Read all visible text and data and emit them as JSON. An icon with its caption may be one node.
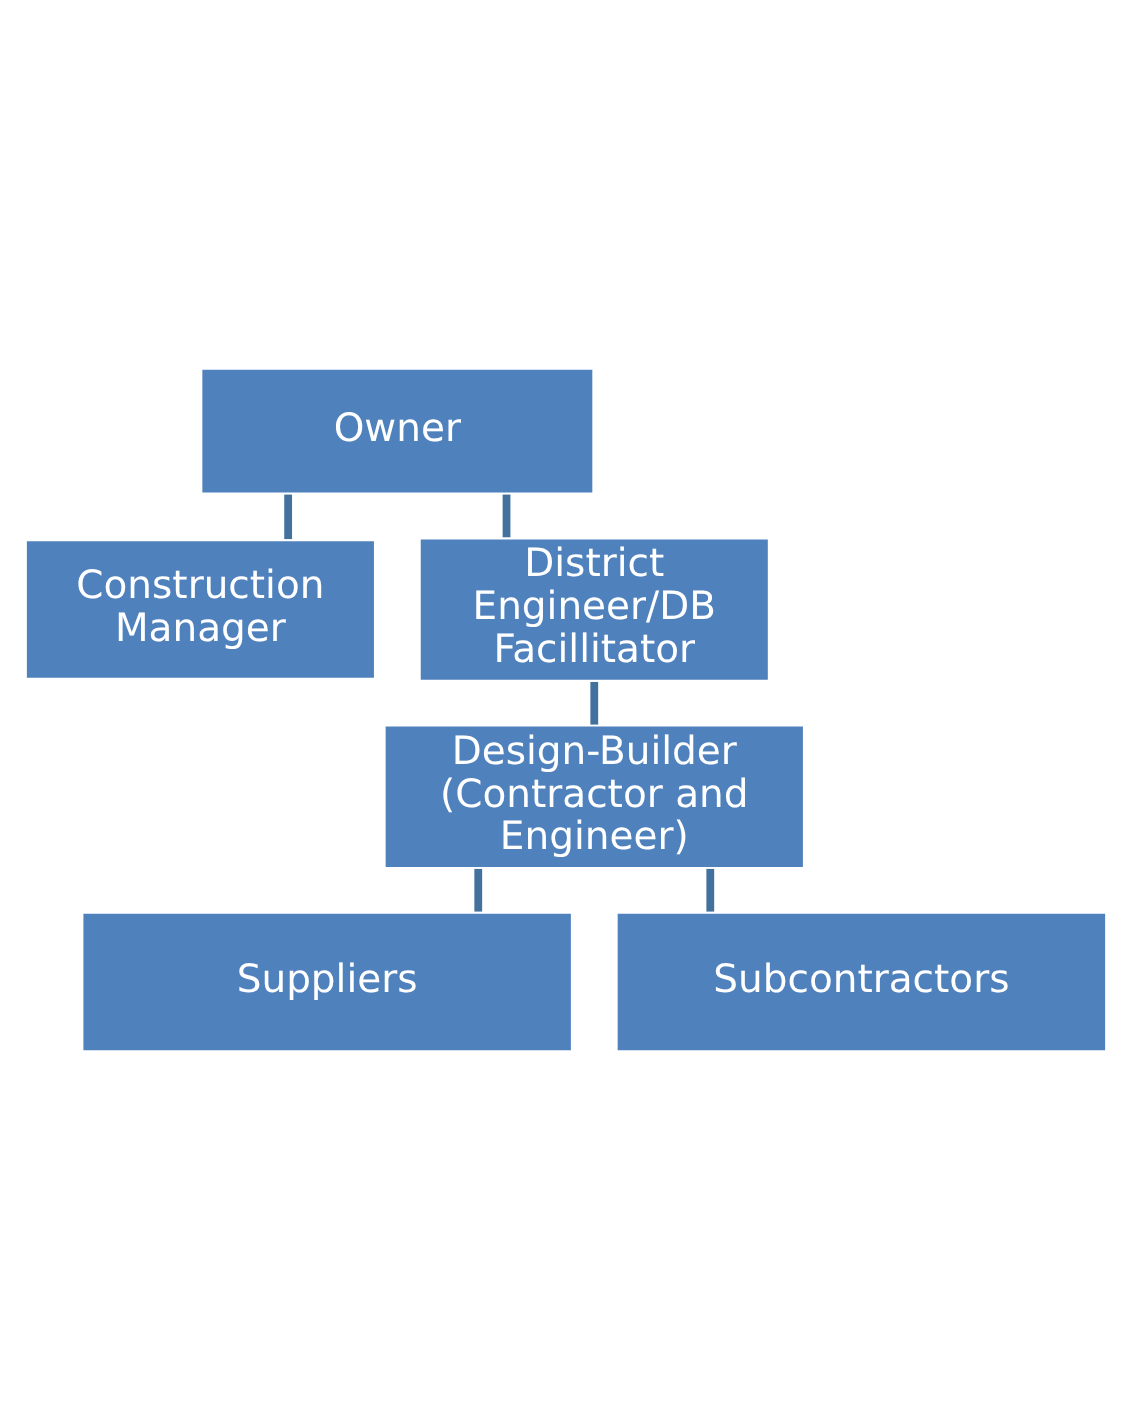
{
  "diagram": {
    "nodes": [
      {
        "text": [
          "Owner"
        ]
      },
      {
        "text": [
          "Construction Manager"
        ]
      },
      {
        "text": [
          "District Engineer/DB Facillitator"
        ]
      },
      {
        "text": [
          "Design-Builder (Contractor and Engineer)"
        ]
      },
      {
        "text": [
          "Suppliers"
        ]
      },
      {
        "text": [
          "Subcontractors"
        ]
      }
    ],
    "edges": [
      {
        "from": 0,
        "to": 1,
        "arrow": "none"
      },
      {
        "from": 0,
        "to": 2,
        "arrow": "none"
      },
      {
        "from": 2,
        "to": 3,
        "arrow": "none"
      },
      {
        "from": 3,
        "to": 4,
        "arrow": "none"
      },
      {
        "from": 3,
        "to": 5,
        "arrow": "none"
      }
    ]
  }
}
